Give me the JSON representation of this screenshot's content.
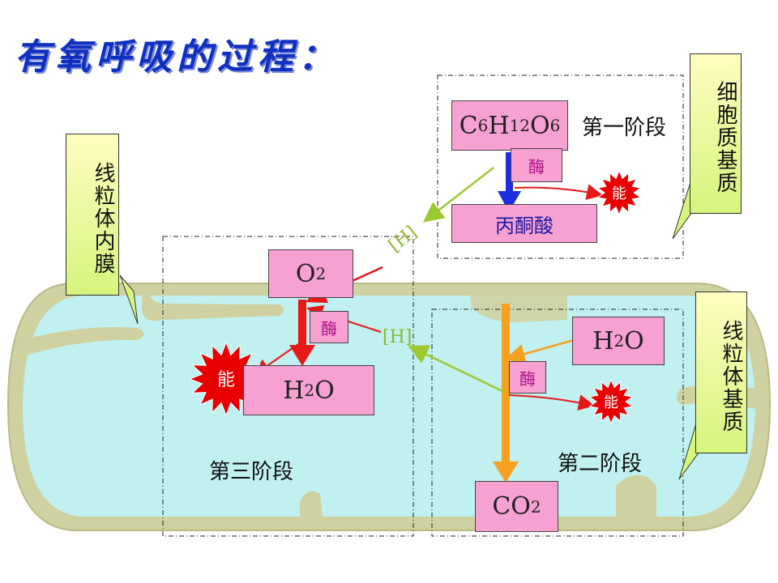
{
  "title": "有氧呼吸的过程：",
  "labels": {
    "cytoplasm_matrix": "细胞质基质",
    "inner_membrane": "线粒体内膜",
    "mito_matrix": "线粒体基质",
    "stage1": "第一阶段",
    "stage2": "第二阶段",
    "stage3": "第三阶段"
  },
  "molecules": {
    "glucose": {
      "a": "C",
      "b": "6",
      "c": "H",
      "d": "12",
      "e": "O",
      "f": "6"
    },
    "pyruvate": "丙酮酸",
    "oxygen": {
      "a": "O",
      "b": "2"
    },
    "water_out": {
      "a": "H",
      "b": "2",
      "c": "O"
    },
    "water_in": {
      "a": "H",
      "b": "2",
      "c": "O"
    },
    "co2": {
      "a": "CO",
      "b": "2"
    }
  },
  "enzyme": "酶",
  "hydrogen": "[H]",
  "energy": "能",
  "colors": {
    "title": "#1030c0",
    "box_fill": "#f7a0d2",
    "mito_outer": "#cfd2a0",
    "mito_inner": "#c0f0f0",
    "stage1_arrow": "#1b2fe0",
    "stage2_arrow": "#f5a020",
    "stage3_arrow": "#e81818",
    "hydrogen_arrow": "#9cc830",
    "energy_burst": "#e80000"
  }
}
